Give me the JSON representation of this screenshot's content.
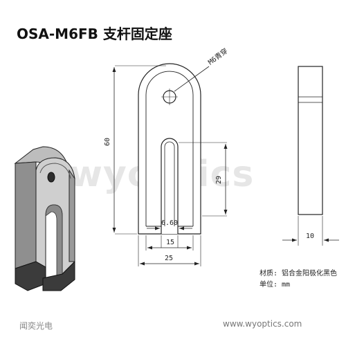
{
  "title": "OSA-M6FB 支杆固定座",
  "watermark": "wyoptics",
  "dimensions": {
    "height_60": "60",
    "slot_29": "29",
    "slot_width_660": "6.60",
    "width_15": "15",
    "width_25": "25",
    "thickness_10": "10",
    "thread_m6": "M6青穿"
  },
  "material": {
    "line1": "材质: 铝合金阳极化黑色",
    "line2": "单位: mm"
  },
  "footer": {
    "company": "闻奕光电",
    "website": "www.wyoptics.com"
  },
  "colors": {
    "face_light": "#c9c9c9",
    "face_mid": "#a9a9a9",
    "face_dark": "#3a3a3a",
    "line": "#222222",
    "watermark": "#e6e6e6"
  }
}
